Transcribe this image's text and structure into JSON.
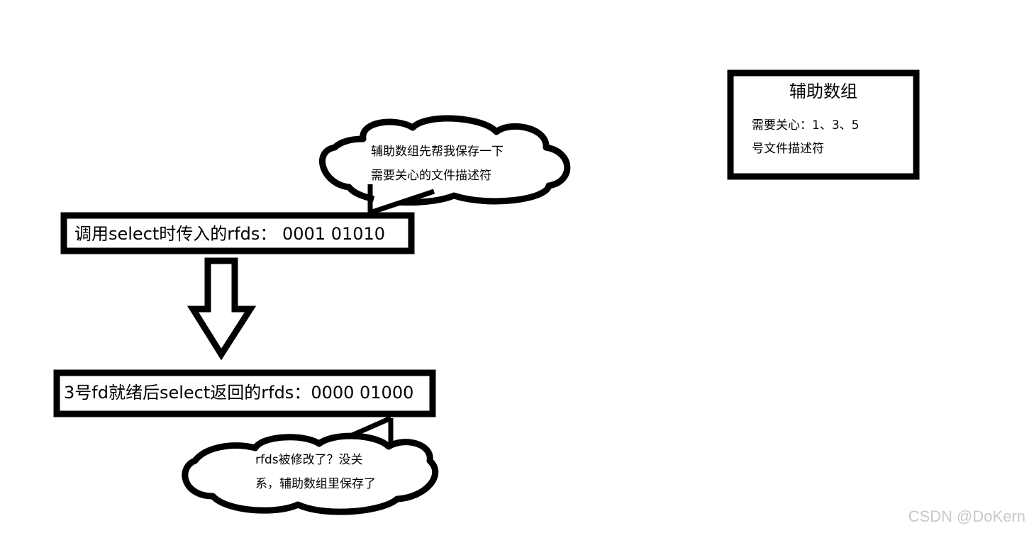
{
  "diagram": {
    "box_initial": {
      "label": "调用select时传入的rfds： 0001 01010"
    },
    "box_after": {
      "label": "3号fd就绪后select返回的rfds：0000 01000"
    },
    "aux_array": {
      "title": "辅助数组",
      "line1": "需要关心：1、3、5",
      "line2": "号文件描述符"
    },
    "callout_top": {
      "line1": "辅助数组先帮我保存一下",
      "line2": "需要关心的文件描述符"
    },
    "callout_bottom": {
      "line1": "rfds被修改了？没关",
      "line2": "系，辅助数组里保存了"
    }
  },
  "watermark": "CSDN @DoKern"
}
